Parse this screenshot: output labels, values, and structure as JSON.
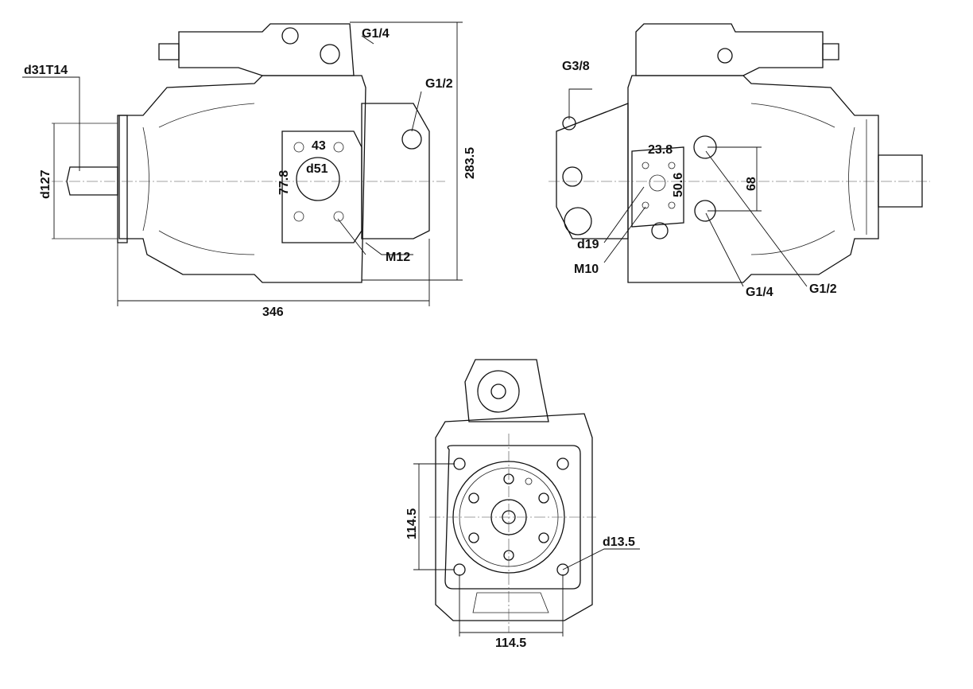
{
  "side_view": {
    "shaft_spline": "d31T14",
    "pilot_diameter": "d127",
    "overall_length": "346",
    "overall_height": "283.5",
    "gauge_port_top": "G1/4",
    "case_drain_port": "G1/2",
    "bolt_spacing": "43",
    "port_diameter": "d51",
    "bolt_spacing_vertical": "77.8",
    "port_thread": "M12"
  },
  "rear_view": {
    "control_port": "G3/8",
    "bolt_spacing": "23.8",
    "bolt_spacing_vertical": "50.6",
    "port_offset": "68",
    "port_diameter": "d19",
    "port_thread": "M10",
    "gauge_port": "G1/4",
    "drain_port": "G1/2"
  },
  "front_view": {
    "bolt_square_vertical": "114.5",
    "bolt_square_horizontal": "114.5",
    "mount_hole": "d13.5"
  }
}
